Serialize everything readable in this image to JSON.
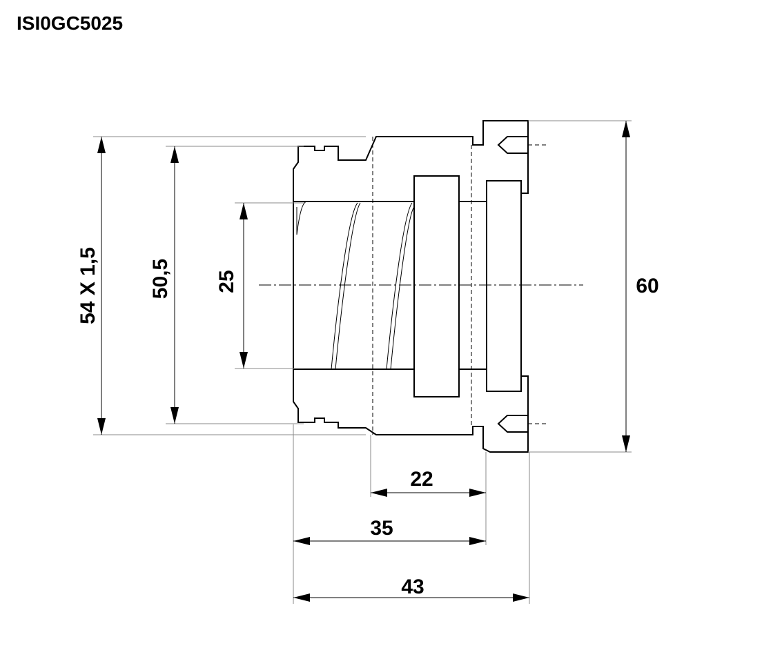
{
  "title": "ISI0GC5025",
  "dimensions": {
    "d_thread": "54 X 1,5",
    "d_inner": "50,5",
    "d_bore": "25",
    "d_outer": "60",
    "l_22": "22",
    "l_35": "35",
    "l_43": "43"
  }
}
